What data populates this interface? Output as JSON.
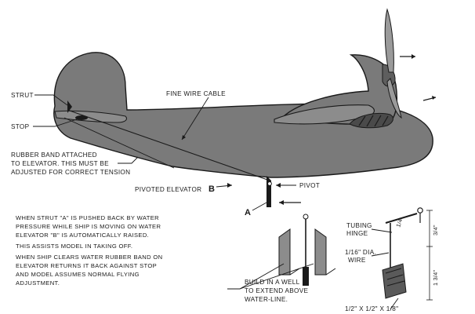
{
  "labels": {
    "strut": "STRUT",
    "stop": "STOP",
    "fine_wire_cable": "FINE WIRE CABLE",
    "rubber_band_1": "RUBBER BAND ATTACHED",
    "rubber_band_2": "TO ELEVATOR. THIS MUST BE",
    "rubber_band_3": "ADJUSTED FOR CORRECT TENSION",
    "pivoted_elevator": "PIVOTED ELEVATOR",
    "letter_b": "B",
    "pivot": "PIVOT",
    "letter_a": "A",
    "tubing_hinge_1": "TUBING",
    "tubing_hinge_2": "HINGE",
    "wire_1": "1/16\" DIA.",
    "wire_2": "WIRE",
    "dim_quarter": "1/4",
    "dim_three_quarter": "3/4\"",
    "dim_one_three_quarter": "1 3/4\"",
    "dim_block": "1/2\" X 1/2\" X 1/8\"",
    "well_1": "BUILD IN A WELL",
    "well_2": "TO EXTEND ABOVE",
    "well_3": "WATER-LINE."
  },
  "notes": {
    "p1_l1": "WHEN STRUT \"A\" IS PUSHED BACK BY WATER",
    "p1_l2": "PRESSURE WHILE SHIP IS MOVING ON WATER",
    "p1_l3": "ELEVATOR \"B\" IS AUTOMATICALLY RAISED.",
    "p2_l1": "THIS ASSISTS MODEL IN TAKING OFF.",
    "p3_l1": "WHEN SHIP CLEARS WATER RUBBER BAND ON",
    "p3_l2": "ELEVATOR RETURNS IT BACK AGAINST STOP",
    "p3_l3": "AND MODEL ASSUMES NORMAL FLYING",
    "p3_l4": "ADJUSTMENT."
  },
  "colors": {
    "hull": "#7a7a7a",
    "ink": "#1a1a1a",
    "background": "#ffffff"
  }
}
